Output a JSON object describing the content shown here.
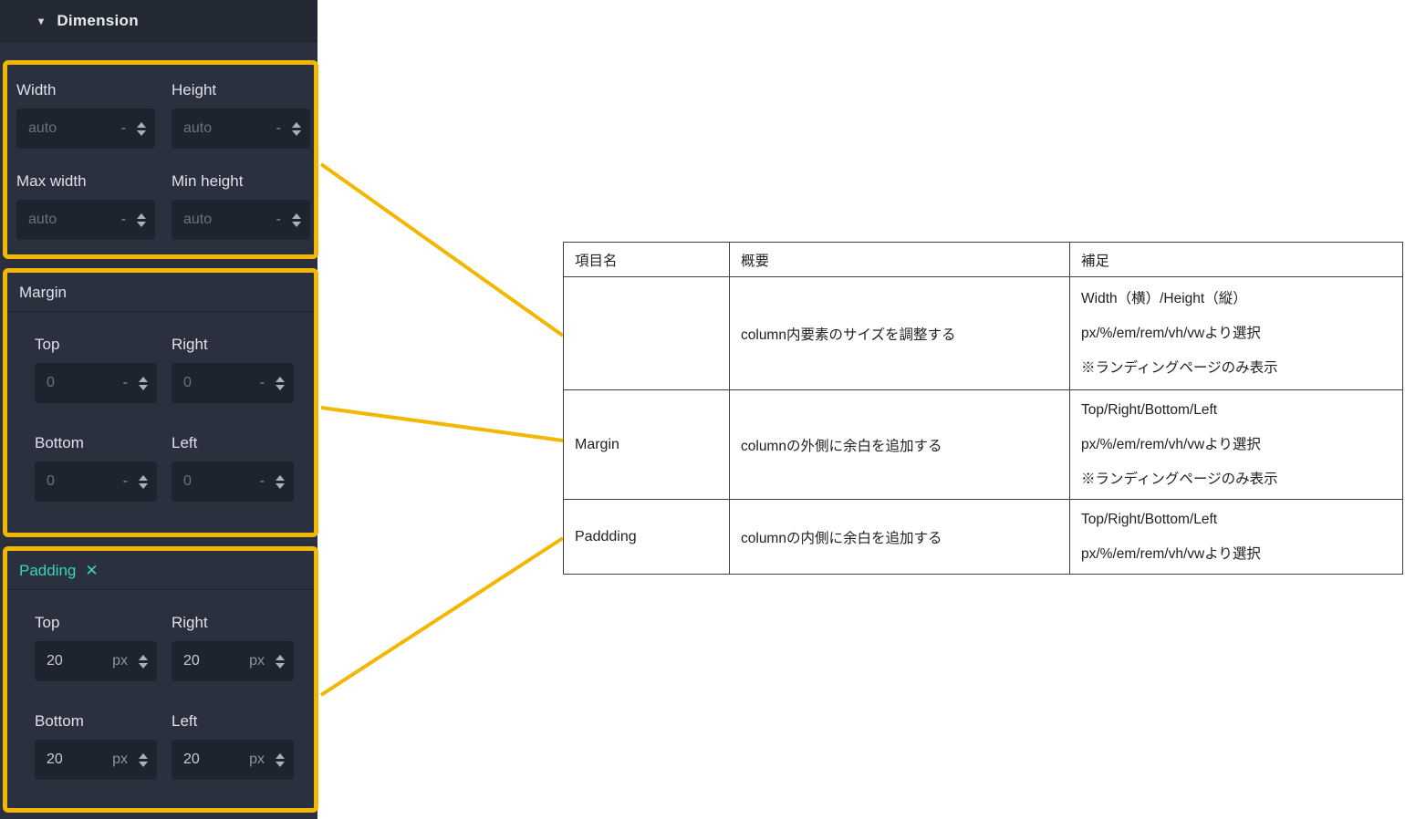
{
  "panel": {
    "header": {
      "title": "Dimension"
    },
    "icons": {
      "collapse": "▾",
      "close": "✕"
    },
    "dimension": {
      "fields": [
        {
          "label": "Width",
          "value": "auto",
          "unit": "-"
        },
        {
          "label": "Height",
          "value": "auto",
          "unit": "-"
        },
        {
          "label": "Max width",
          "value": "auto",
          "unit": "-"
        },
        {
          "label": "Min height",
          "value": "auto",
          "unit": "-"
        }
      ]
    },
    "margin": {
      "title": "Margin",
      "fields": [
        {
          "label": "Top",
          "value": "0",
          "unit": "-"
        },
        {
          "label": "Right",
          "value": "0",
          "unit": "-"
        },
        {
          "label": "Bottom",
          "value": "0",
          "unit": "-"
        },
        {
          "label": "Left",
          "value": "0",
          "unit": "-"
        }
      ]
    },
    "padding": {
      "title": "Padding",
      "fields": [
        {
          "label": "Top",
          "value": "20",
          "unit": "px"
        },
        {
          "label": "Right",
          "value": "20",
          "unit": "px"
        },
        {
          "label": "Bottom",
          "value": "20",
          "unit": "px"
        },
        {
          "label": "Left",
          "value": "20",
          "unit": "px"
        }
      ]
    }
  },
  "table": {
    "headers": [
      "項目名",
      "概要",
      "補足"
    ],
    "rows": [
      {
        "name": "",
        "summary": "column内要素のサイズを調整する",
        "notes": [
          "Width（横）/Height（縦）",
          "px/%/em/rem/vh/vwより選択",
          "※ランディングページのみ表示"
        ]
      },
      {
        "name": "Margin",
        "summary": "columnの外側に余白を追加する",
        "notes": [
          "Top/Right/Bottom/Left",
          "px/%/em/rem/vh/vwより選択",
          "※ランディングページのみ表示"
        ]
      },
      {
        "name": "Paddding",
        "summary": "columnの内側に余白を追加する",
        "notes": [
          "Top/Right/Bottom/Left",
          "px/%/em/rem/vh/vwより選択"
        ]
      }
    ]
  },
  "colors": {
    "highlight_yellow": "#f3b700",
    "accent_teal": "#3bd4bd",
    "panel_background": "#2a303d",
    "input_background": "#1e242e",
    "table_border": "#3f3f3f"
  }
}
